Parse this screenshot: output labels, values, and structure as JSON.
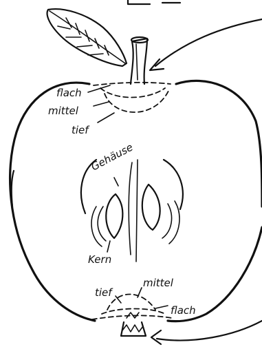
{
  "labels": {
    "top_flach": "flach",
    "top_mittel": "mittel",
    "top_tief": "tief",
    "gehaeuse": "Gehäuse",
    "kern": "Kern",
    "bottom_tief": "tief",
    "bottom_mittel": "mittel",
    "bottom_flach": "flach"
  },
  "colors": {
    "ink": "#111111",
    "background": "#ffffff"
  }
}
